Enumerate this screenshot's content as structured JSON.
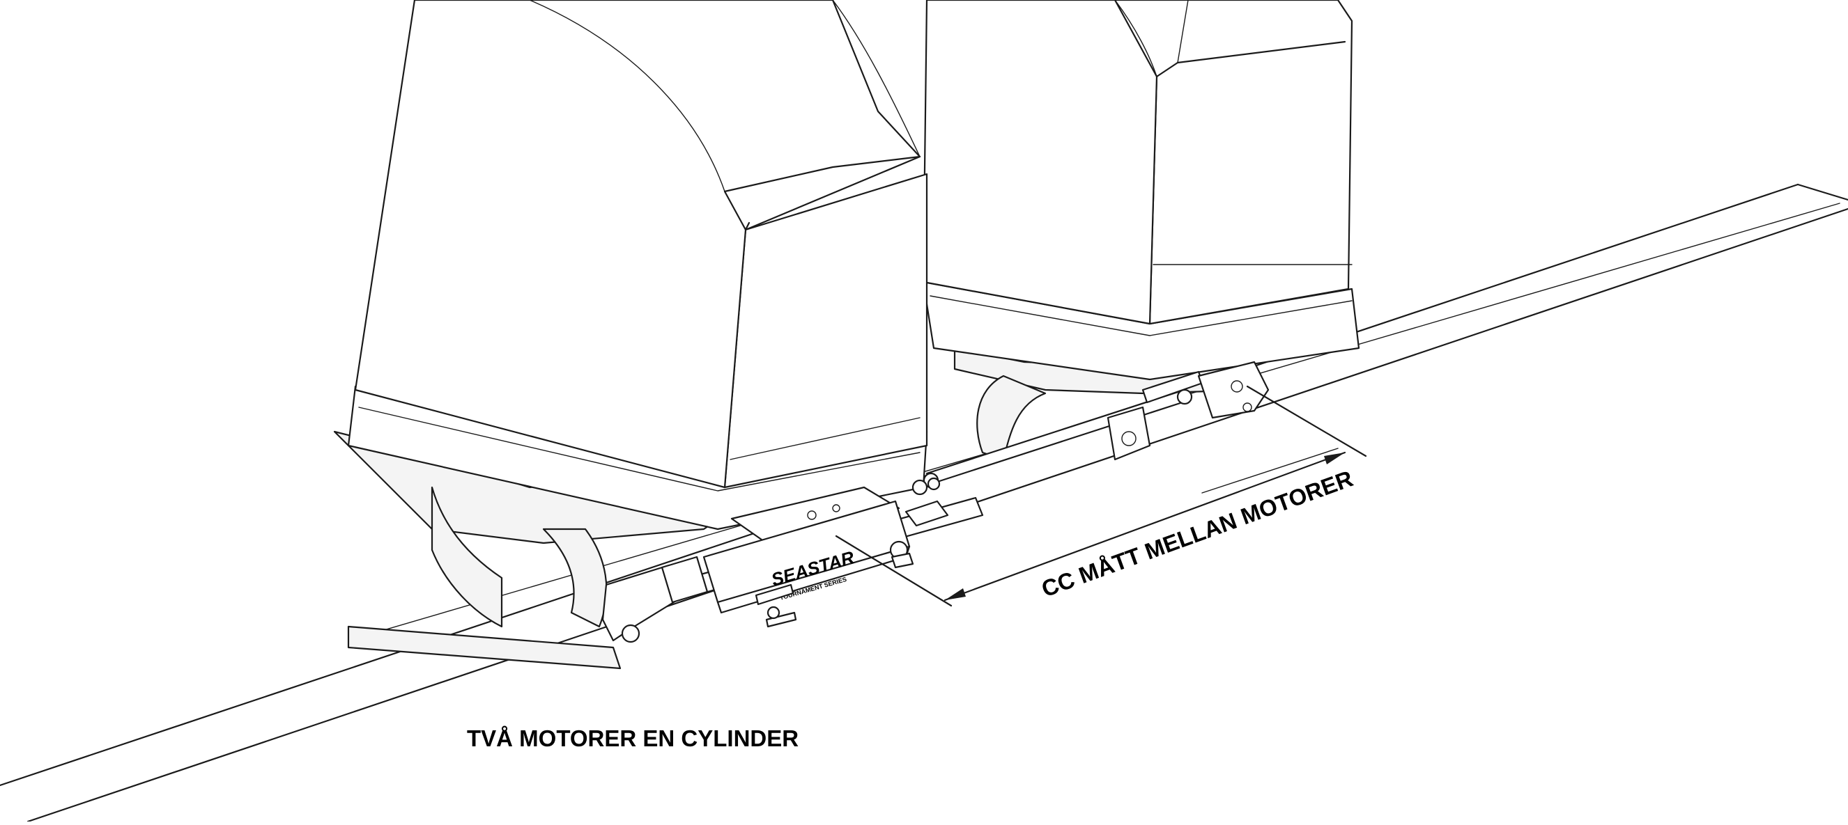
{
  "diagram": {
    "label_two_motors": "TVÅ MOTORER EN CYLINDER",
    "label_center_distance": "CC MÅTT MELLAN MOTORER",
    "cylinder_brand": "SEASTAR",
    "cylinder_model": "TOURNAMENT SERIES"
  }
}
